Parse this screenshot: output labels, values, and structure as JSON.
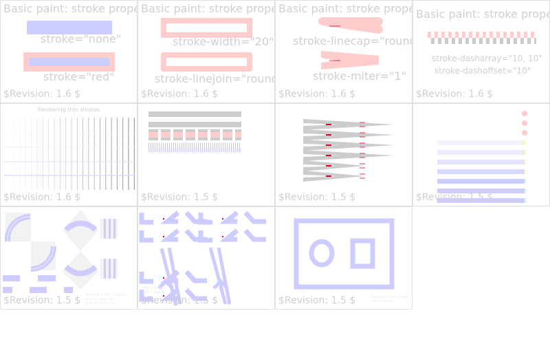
{
  "cells": [
    {
      "title": "Basic paint: stroke properties",
      "labels": [
        "stroke=\"none\"",
        "stroke=\"red\""
      ],
      "revision": "$Revision: 1.6 $"
    },
    {
      "title": "Basic paint: stroke properties",
      "labels": [
        "stroke-width=\"20\"",
        "stroke-linejoin=\"round\""
      ],
      "revision": "$Revision: 1.6 $"
    },
    {
      "title": "Basic paint: stroke properties",
      "labels": [
        "stroke-linecap=\"round\"",
        "stroke-miter=\"1\""
      ],
      "revision": "$Revision: 1.6 $"
    },
    {
      "title": "Basic paint: stroke properties",
      "labels": [
        "stroke-dasharray=\"10, 10\"",
        "stroke-dashoffset=\"10\""
      ],
      "revision": "$Revision: 1.6 $"
    },
    {
      "title": "Rendering thin strokes",
      "revision": "$Revision: 1.6 $"
    },
    {
      "revision": "$Revision: 1.5 $"
    },
    {
      "revision": "$Revision: 1.5 $"
    },
    {
      "revision": "$Revision: 1.5 $"
    },
    {
      "revision": "$Revision: 1.5 $",
      "notes": [
        "position of the markers:",
        "blue on gray: ok",
        "blue on white: fail"
      ]
    },
    {
      "revision": "$Revision: 1.5 $",
      "notes": [
        "stroke-linejoin",
        "red = wrong"
      ]
    },
    {
      "revision": "$Revision: 1.5 $",
      "notes": [
        "position of the marker",
        "red = wrong"
      ]
    }
  ],
  "colors": {
    "blue": "#ccccff",
    "pink": "#ffcccc",
    "gray": "#cccccc",
    "text": "#cfcfcf",
    "red": "#dd0022"
  }
}
